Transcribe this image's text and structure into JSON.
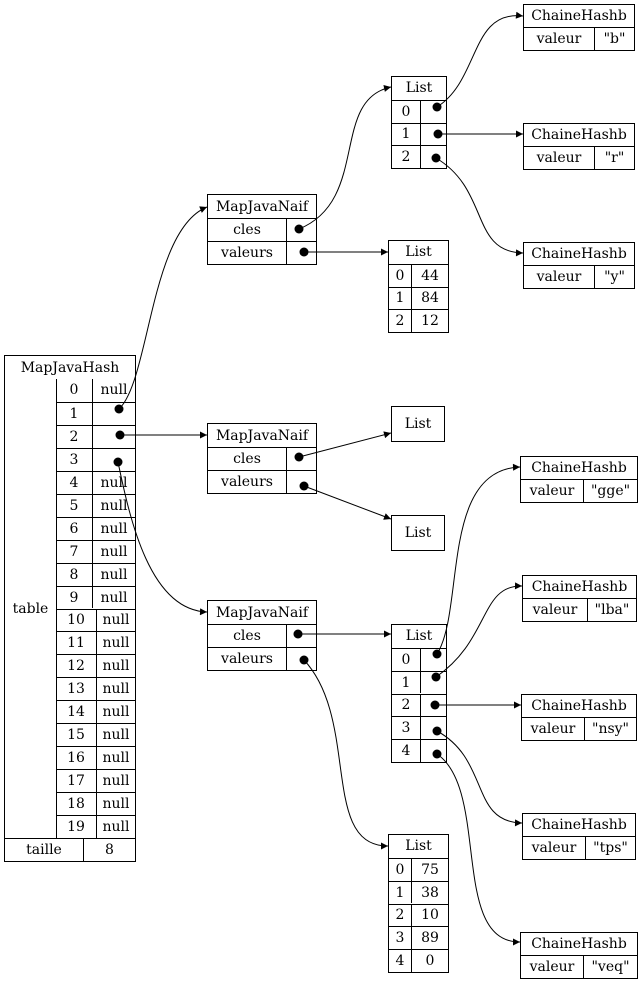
{
  "map_hash": {
    "title": "MapJavaHash",
    "table_label": "table",
    "slots": [
      {
        "index": "0",
        "value": "null"
      },
      {
        "index": "1",
        "value": ""
      },
      {
        "index": "2",
        "value": ""
      },
      {
        "index": "3",
        "value": ""
      },
      {
        "index": "4",
        "value": "null"
      },
      {
        "index": "5",
        "value": "null"
      },
      {
        "index": "6",
        "value": "null"
      },
      {
        "index": "7",
        "value": "null"
      },
      {
        "index": "8",
        "value": "null"
      },
      {
        "index": "9",
        "value": "null"
      },
      {
        "index": "10",
        "value": "null"
      },
      {
        "index": "11",
        "value": "null"
      },
      {
        "index": "12",
        "value": "null"
      },
      {
        "index": "13",
        "value": "null"
      },
      {
        "index": "14",
        "value": "null"
      },
      {
        "index": "15",
        "value": "null"
      },
      {
        "index": "16",
        "value": "null"
      },
      {
        "index": "17",
        "value": "null"
      },
      {
        "index": "18",
        "value": "null"
      },
      {
        "index": "19",
        "value": "null"
      }
    ],
    "taille_label": "taille",
    "taille_value": "8"
  },
  "naif": {
    "title": "MapJavaNaif",
    "cles_label": "cles",
    "valeurs_label": "valeurs"
  },
  "list_title": "List",
  "chaine": {
    "title": "ChaineHashb",
    "valeur_label": "valeur"
  },
  "keys_1": [
    {
      "index": "0",
      "value": "\"b\""
    },
    {
      "index": "1",
      "value": "\"r\""
    },
    {
      "index": "2",
      "value": "\"y\""
    }
  ],
  "values_1": [
    {
      "index": "0",
      "value": "44"
    },
    {
      "index": "1",
      "value": "84"
    },
    {
      "index": "2",
      "value": "12"
    }
  ],
  "keys_3": [
    {
      "index": "0",
      "value": "\"gge\""
    },
    {
      "index": "1",
      "value": "\"lba\""
    },
    {
      "index": "2",
      "value": "\"nsy\""
    },
    {
      "index": "3",
      "value": "\"tps\""
    },
    {
      "index": "4",
      "value": "\"veq\""
    }
  ],
  "values_3": [
    {
      "index": "0",
      "value": "75"
    },
    {
      "index": "1",
      "value": "38"
    },
    {
      "index": "2",
      "value": "10"
    },
    {
      "index": "3",
      "value": "89"
    },
    {
      "index": "4",
      "value": "0"
    }
  ]
}
